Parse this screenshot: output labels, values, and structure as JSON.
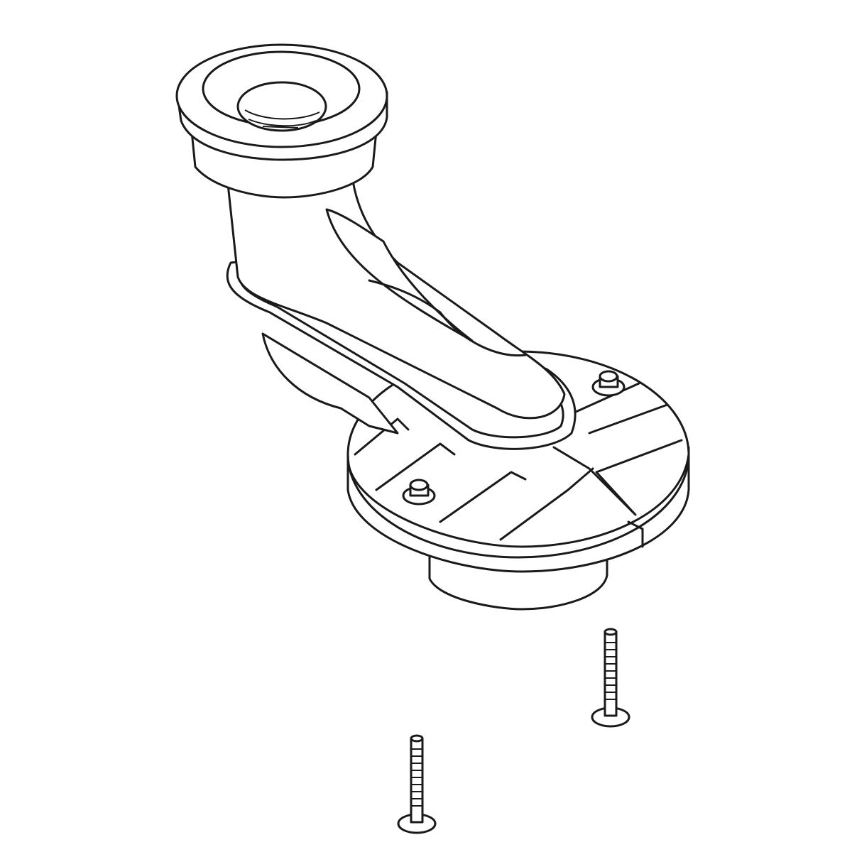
{
  "figure": {
    "background": "#ffffff",
    "stroke": "#1a1a1a",
    "parts": [
      "offset-flange",
      "floor-bolt",
      "floor-bolt"
    ]
  }
}
